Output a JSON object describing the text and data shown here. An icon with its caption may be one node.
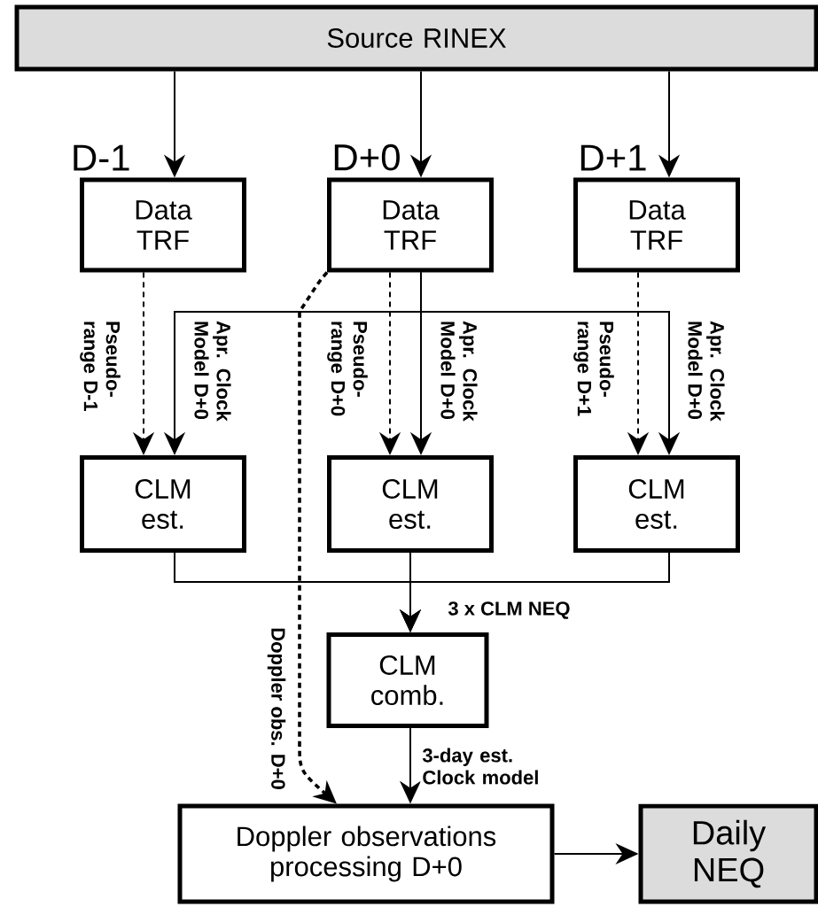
{
  "diagram": {
    "nodes": [
      {
        "text": [
          "Source RINEX"
        ]
      },
      {
        "text": [
          "Data TRF"
        ],
        "beside": [
          "D-1"
        ]
      },
      {
        "text": [
          "Data TRF"
        ],
        "beside": [
          "D+0"
        ]
      },
      {
        "text": [
          "Data TRF"
        ],
        "beside": [
          "D+1"
        ]
      },
      {
        "text": [
          "CLM est."
        ]
      },
      {
        "text": [
          "CLM est."
        ]
      },
      {
        "text": [
          "CLM est."
        ]
      },
      {
        "text": [
          "CLM comb."
        ]
      },
      {
        "text": [
          "Doppler observations processing D+0"
        ]
      },
      {
        "text": [
          "Daily NEQ"
        ]
      }
    ],
    "edges": [
      {
        "from": 0,
        "to": 1,
        "arrow": "to"
      },
      {
        "from": 0,
        "to": 2,
        "arrow": "to"
      },
      {
        "from": 0,
        "to": 3,
        "arrow": "to"
      },
      {
        "from": 1,
        "to": 4,
        "arrow": "to",
        "style": "dashed",
        "label": "Pseudo- range D-1"
      },
      {
        "from": 2,
        "to": 4,
        "arrow": "to",
        "label": "Apr. Clock Model D+0"
      },
      {
        "from": 2,
        "to": 5,
        "arrow": "to",
        "style": "dashed",
        "label": "Pseudo- range D+0"
      },
      {
        "from": 2,
        "to": 5,
        "arrow": "to",
        "label": "Apr. Clock Model D+0"
      },
      {
        "from": 3,
        "to": 6,
        "arrow": "to",
        "style": "dashed",
        "label": "Pseudo- range D+1"
      },
      {
        "from": 2,
        "to": 6,
        "arrow": "to",
        "label": "Apr. Clock Model D+0"
      },
      {
        "from": 2,
        "to": 8,
        "arrow": "to",
        "style": "dashed",
        "label": "Doppler obs. D+0"
      },
      {
        "from": 4,
        "to": 7,
        "arrow": "to"
      },
      {
        "from": 5,
        "to": 7,
        "arrow": "to",
        "label": "3 x CLM NEQ"
      },
      {
        "from": 6,
        "to": 7,
        "arrow": "to"
      },
      {
        "from": 7,
        "to": 8,
        "arrow": "to",
        "label": "3-day est. Clock model"
      },
      {
        "from": 8,
        "to": 9,
        "arrow": "to"
      }
    ]
  }
}
